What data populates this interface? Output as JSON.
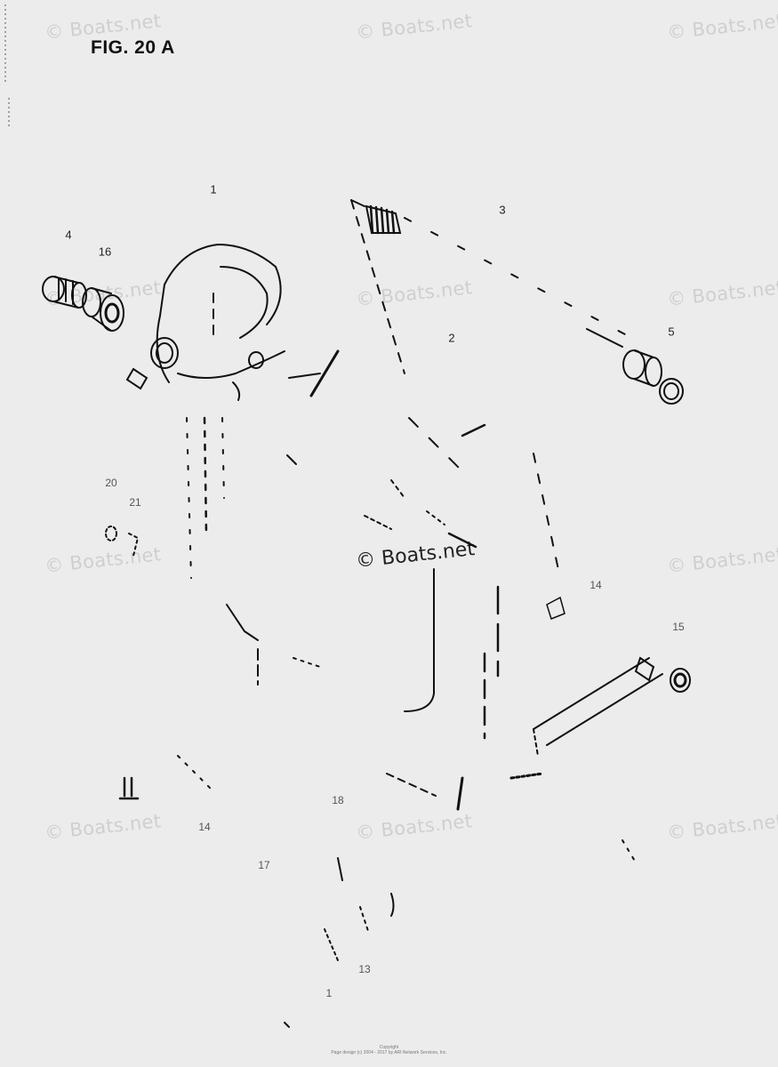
{
  "figure": {
    "title": "FIG. 20 A"
  },
  "callouts": [
    {
      "id": "c1",
      "label": "1"
    },
    {
      "id": "c3",
      "label": "3"
    },
    {
      "id": "c4",
      "label": "4"
    },
    {
      "id": "c16",
      "label": "16"
    },
    {
      "id": "c2",
      "label": "2"
    },
    {
      "id": "c5",
      "label": "5"
    },
    {
      "id": "c20",
      "label": "20"
    },
    {
      "id": "c21",
      "label": "21"
    },
    {
      "id": "c14a",
      "label": "14"
    },
    {
      "id": "c15",
      "label": "15"
    },
    {
      "id": "c18",
      "label": "18"
    },
    {
      "id": "c14b",
      "label": "14"
    },
    {
      "id": "c17",
      "label": "17"
    },
    {
      "id": "c13",
      "label": "13"
    },
    {
      "id": "c1b",
      "label": "1"
    }
  ],
  "watermark": {
    "text": "© Boats.net",
    "center_text": "© Boats.net"
  },
  "footer": {
    "line1": "Copyright",
    "line2": "Page design (c) 2004 - 2017 by ARI Network Services, Inc."
  },
  "colors": {
    "background": "#ececec",
    "ink": "#111111",
    "watermark": "#cfcfcf"
  }
}
